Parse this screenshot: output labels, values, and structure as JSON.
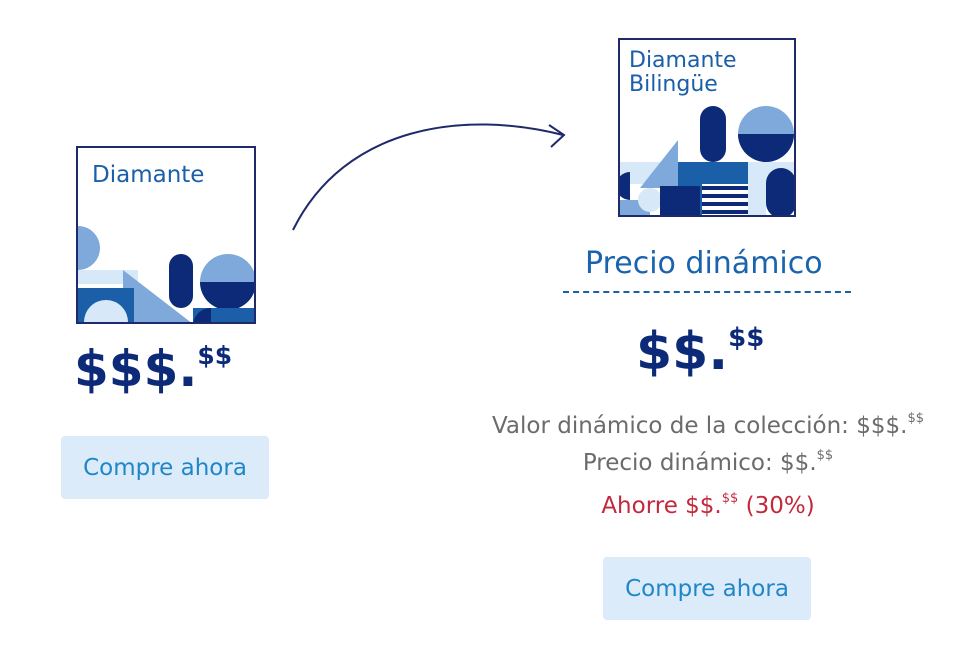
{
  "left_product": {
    "box_label": "Diamante",
    "price_main": "$$$.",
    "price_sup": "$$",
    "button_label": "Compre ahora"
  },
  "right_product": {
    "box_label_line1": "Diamante",
    "box_label_line2": "Bilingüe",
    "section_title": "Precio dinámico",
    "price_main": "$$.",
    "price_sup": "$$",
    "collection_value_label": "Valor dinámico de la colección: $$$.",
    "collection_value_sup": "$$",
    "dynamic_price_label": "Precio dinámico: $$.",
    "dynamic_price_sup": "$$",
    "savings_label": "Ahorre $$.",
    "savings_sup": "$$",
    "savings_percent": " (30%)",
    "button_label": "Compre ahora"
  },
  "colors": {
    "navy": "#0c2a78",
    "border": "#1e2a6b",
    "accent_blue": "#1a63ae",
    "light_blue": "#7ea9da",
    "pale_blue": "#d7e8f8",
    "button_bg": "#dcebf9",
    "button_text": "#1f87c9",
    "gray_text": "#6b6b6b",
    "savings_red": "#c4283c"
  }
}
